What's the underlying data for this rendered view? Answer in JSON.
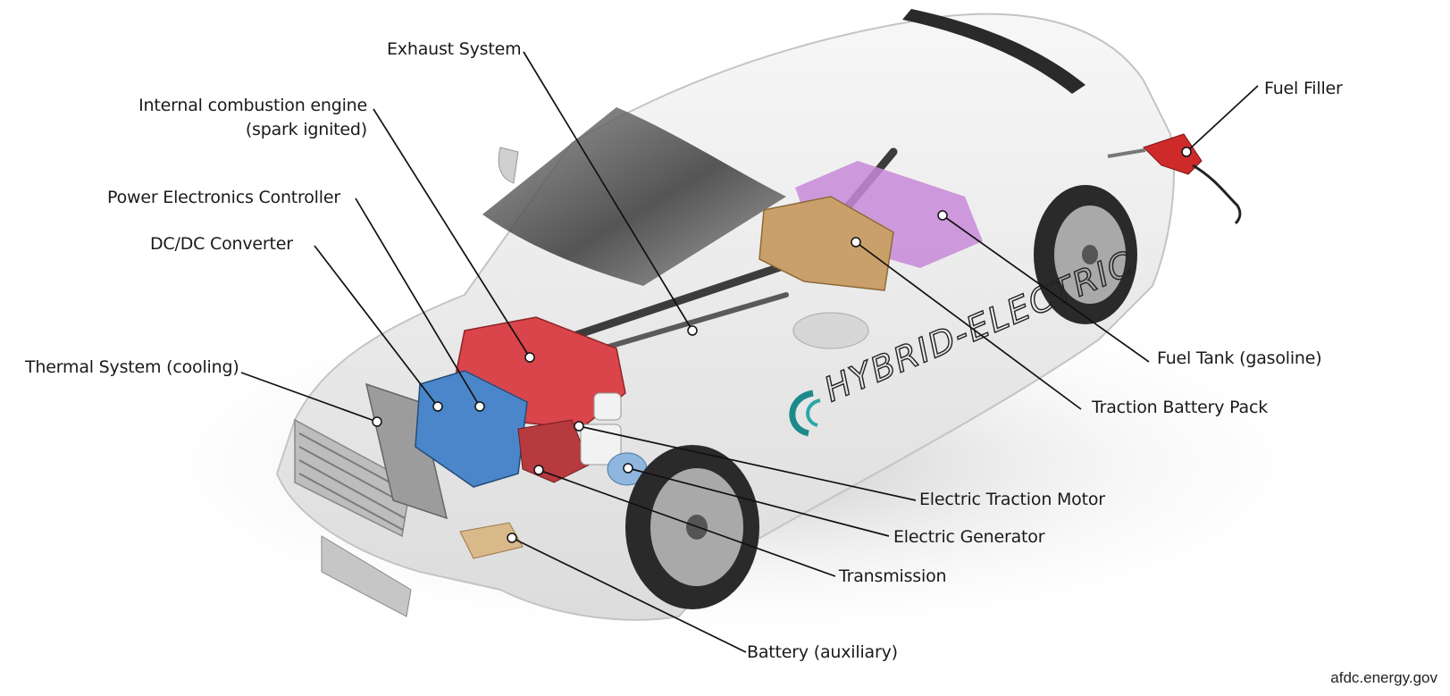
{
  "diagram": {
    "vehicle_side_text": "HYBRID-ELECTRIC",
    "credit": "afdc.energy.gov",
    "labels": {
      "exhaust_system": "Exhaust System",
      "ice_line1": "Internal combustion engine",
      "ice_line2": "(spark ignited)",
      "power_electronics": "Power Electronics Controller",
      "dcdc_converter": "DC/DC Converter",
      "thermal_system": "Thermal System (cooling)",
      "fuel_filler": "Fuel Filler",
      "fuel_tank": "Fuel Tank (gasoline)",
      "traction_battery": "Traction Battery Pack",
      "traction_motor": "Electric Traction Motor",
      "generator": "Electric Generator",
      "transmission": "Transmission",
      "aux_battery": "Battery (auxiliary)"
    },
    "colors": {
      "engine": "#d9454b",
      "controller": "#4a86c9",
      "fuel_tank": "#c88ad8",
      "battery_pack": "#caa06a",
      "aux_battery": "#d9b88a",
      "body": "#eeeeee",
      "leader": "#111111"
    }
  }
}
